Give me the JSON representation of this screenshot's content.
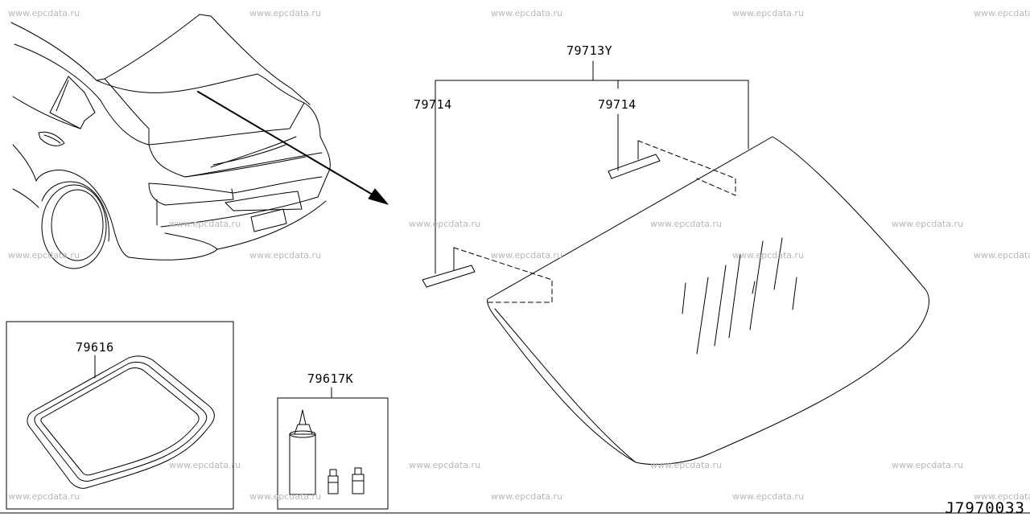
{
  "watermark": "www.epcdata.ru",
  "parts": {
    "glass_assembly": "79713Y",
    "spacer_left": "79714",
    "spacer_right": "79714",
    "molding": "79616",
    "adhesive_kit": "79617K"
  },
  "diagram_code": "J7970033",
  "colors": {
    "line": "#000000",
    "watermark": "#b8b8b8",
    "background": "#ffffff"
  }
}
